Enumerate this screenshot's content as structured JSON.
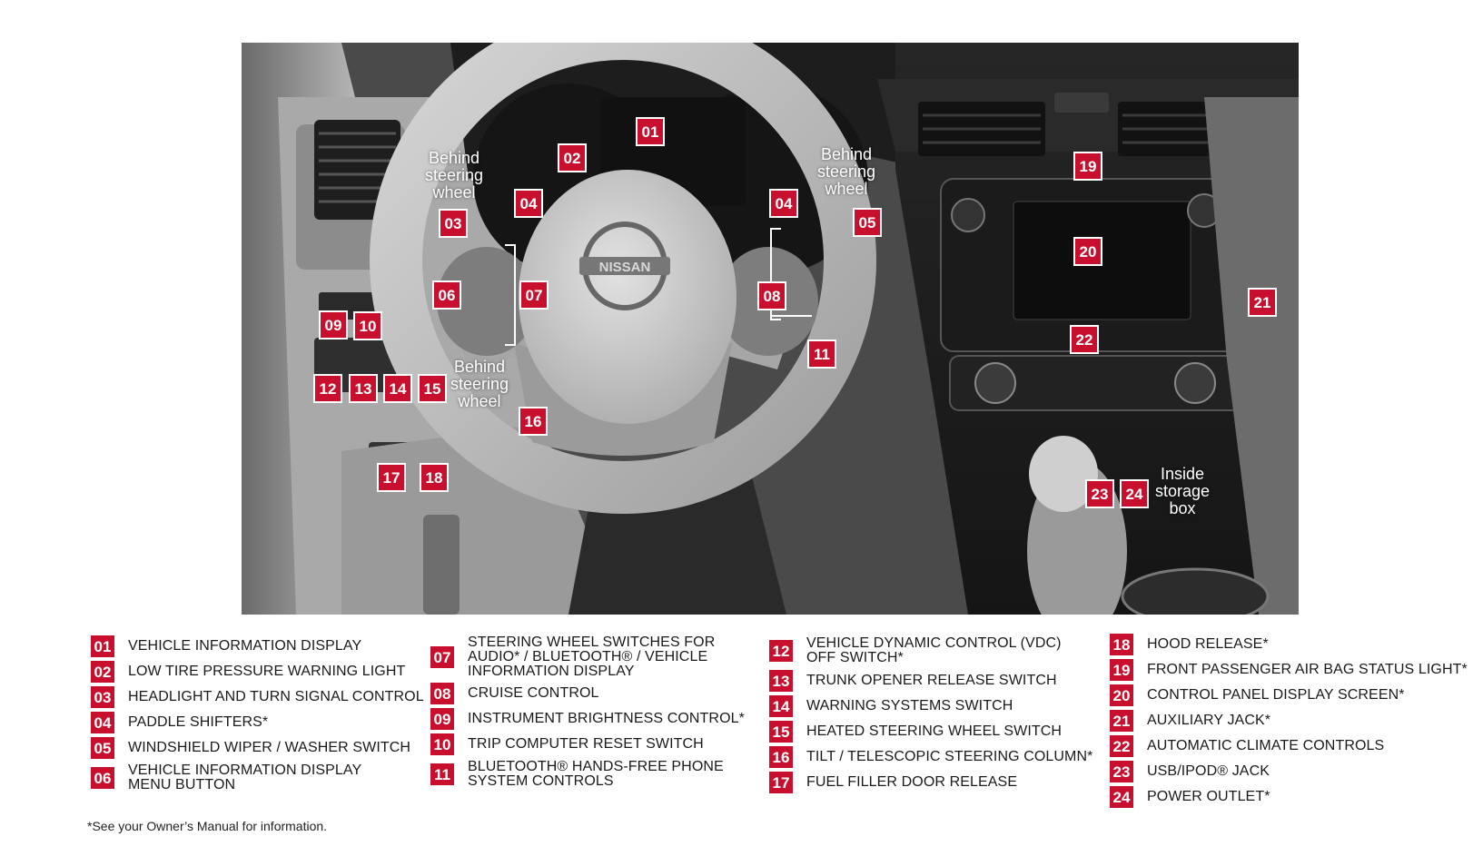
{
  "callouts": {
    "c01": "01",
    "c02": "02",
    "c03": "03",
    "c04a": "04",
    "c04b": "04",
    "c05": "05",
    "c06": "06",
    "c07": "07",
    "c08": "08",
    "c09": "09",
    "c10": "10",
    "c11": "11",
    "c12": "12",
    "c13": "13",
    "c14": "14",
    "c15": "15",
    "c16": "16",
    "c17": "17",
    "c18": "18",
    "c19": "19",
    "c20": "20",
    "c21": "21",
    "c22": "22",
    "c23": "23",
    "c24": "24"
  },
  "notes": {
    "left_behind": [
      "Behind",
      "steering",
      "wheel"
    ],
    "right_behind": [
      "Behind",
      "steering",
      "wheel"
    ],
    "lower_behind": [
      "Behind",
      "steering",
      "wheel"
    ],
    "storage": [
      "Inside",
      "storage",
      "box"
    ]
  },
  "legend": {
    "col1": [
      {
        "num": "01",
        "lines": [
          "VEHICLE INFORMATION DISPLAY"
        ]
      },
      {
        "num": "02",
        "lines": [
          "LOW TIRE PRESSURE WARNING LIGHT"
        ]
      },
      {
        "num": "03",
        "lines": [
          "HEADLIGHT AND TURN SIGNAL CONTROL"
        ]
      },
      {
        "num": "04",
        "lines": [
          "PADDLE SHIFTERS*"
        ]
      },
      {
        "num": "05",
        "lines": [
          "WINDSHIELD WIPER / WASHER SWITCH"
        ]
      },
      {
        "num": "06",
        "lines": [
          "VEHICLE INFORMATION DISPLAY",
          "MENU BUTTON"
        ]
      }
    ],
    "col2": [
      {
        "num": "07",
        "lines": [
          "STEERING WHEEL SWITCHES FOR",
          "AUDIO* / BLUETOOTH® / VEHICLE",
          "INFORMATION DISPLAY"
        ]
      },
      {
        "num": "08",
        "lines": [
          "CRUISE CONTROL"
        ]
      },
      {
        "num": "09",
        "lines": [
          "INSTRUMENT BRIGHTNESS CONTROL*"
        ]
      },
      {
        "num": "10",
        "lines": [
          "TRIP COMPUTER RESET SWITCH"
        ]
      },
      {
        "num": "11",
        "lines": [
          "BLUETOOTH® HANDS-FREE PHONE",
          "SYSTEM CONTROLS"
        ]
      }
    ],
    "col3": [
      {
        "num": "12",
        "lines": [
          "VEHICLE DYNAMIC CONTROL (VDC)",
          "OFF SWITCH*"
        ]
      },
      {
        "num": "13",
        "lines": [
          "TRUNK OPENER RELEASE SWITCH"
        ]
      },
      {
        "num": "14",
        "lines": [
          "WARNING SYSTEMS SWITCH"
        ]
      },
      {
        "num": "15",
        "lines": [
          "HEATED STEERING WHEEL SWITCH"
        ]
      },
      {
        "num": "16",
        "lines": [
          "TILT / TELESCOPIC STEERING COLUMN*"
        ]
      },
      {
        "num": "17",
        "lines": [
          "FUEL FILLER DOOR RELEASE"
        ]
      }
    ],
    "col4": [
      {
        "num": "18",
        "lines": [
          "HOOD RELEASE*"
        ]
      },
      {
        "num": "19",
        "lines": [
          "FRONT PASSENGER AIR BAG STATUS LIGHT*"
        ]
      },
      {
        "num": "20",
        "lines": [
          "CONTROL PANEL DISPLAY SCREEN*"
        ]
      },
      {
        "num": "21",
        "lines": [
          "AUXILIARY JACK*"
        ]
      },
      {
        "num": "22",
        "lines": [
          "AUTOMATIC CLIMATE CONTROLS"
        ]
      },
      {
        "num": "23",
        "lines": [
          "USB/iPOD® JACK"
        ]
      },
      {
        "num": "24",
        "lines": [
          "POWER OUTLET*"
        ]
      }
    ]
  },
  "footnote": "*See your Owner’s Manual for information.",
  "brand_text": "NISSAN",
  "colors": {
    "accent": "#c8102e",
    "photo_dark": "#2b2b2b",
    "wheel": "#bcbcbc"
  }
}
